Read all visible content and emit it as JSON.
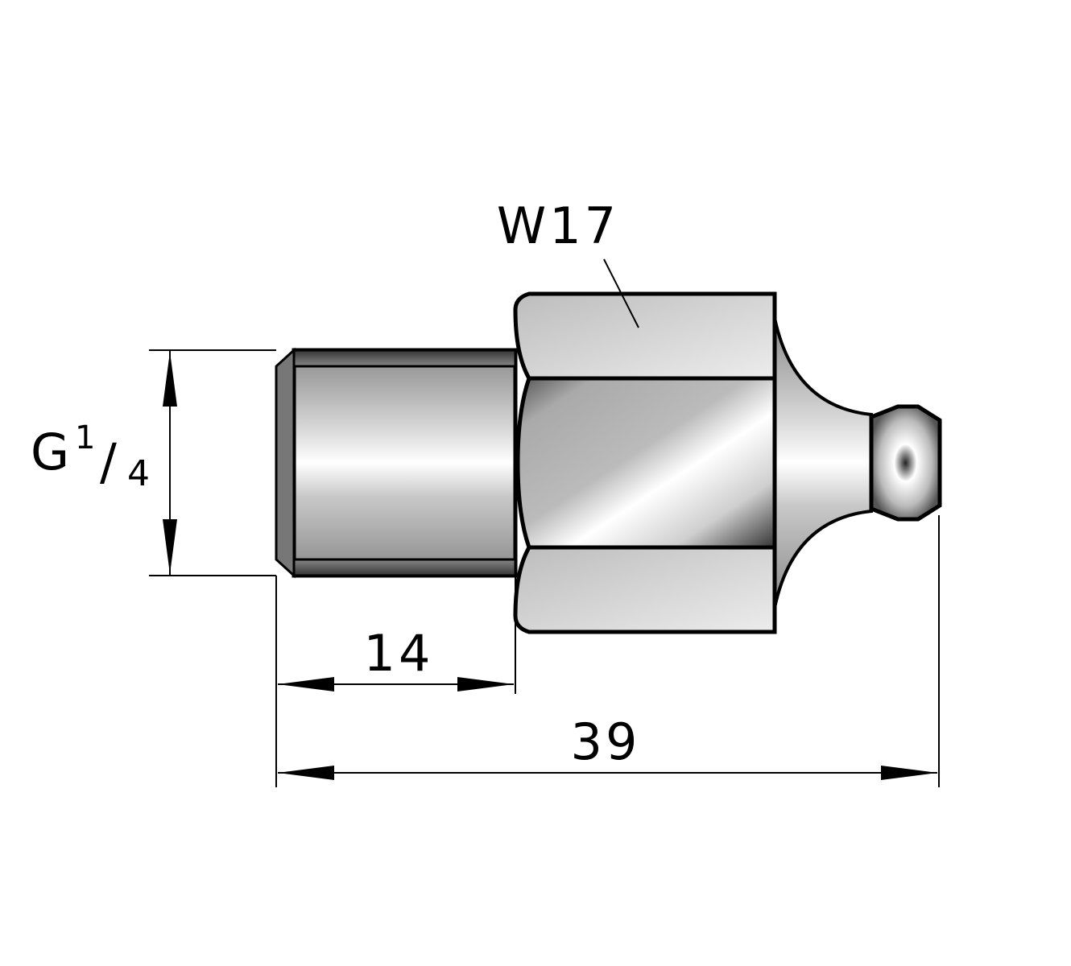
{
  "title": "Grease nipple dimension drawing",
  "labels": {
    "wrench_size": "W17",
    "thread_prefix": "G",
    "thread_numerator": "1",
    "thread_slash": "/",
    "thread_denominator": "4",
    "thread_length": "14",
    "overall_length": "39"
  },
  "colors": {
    "outline": "#000000",
    "background": "#ffffff"
  }
}
